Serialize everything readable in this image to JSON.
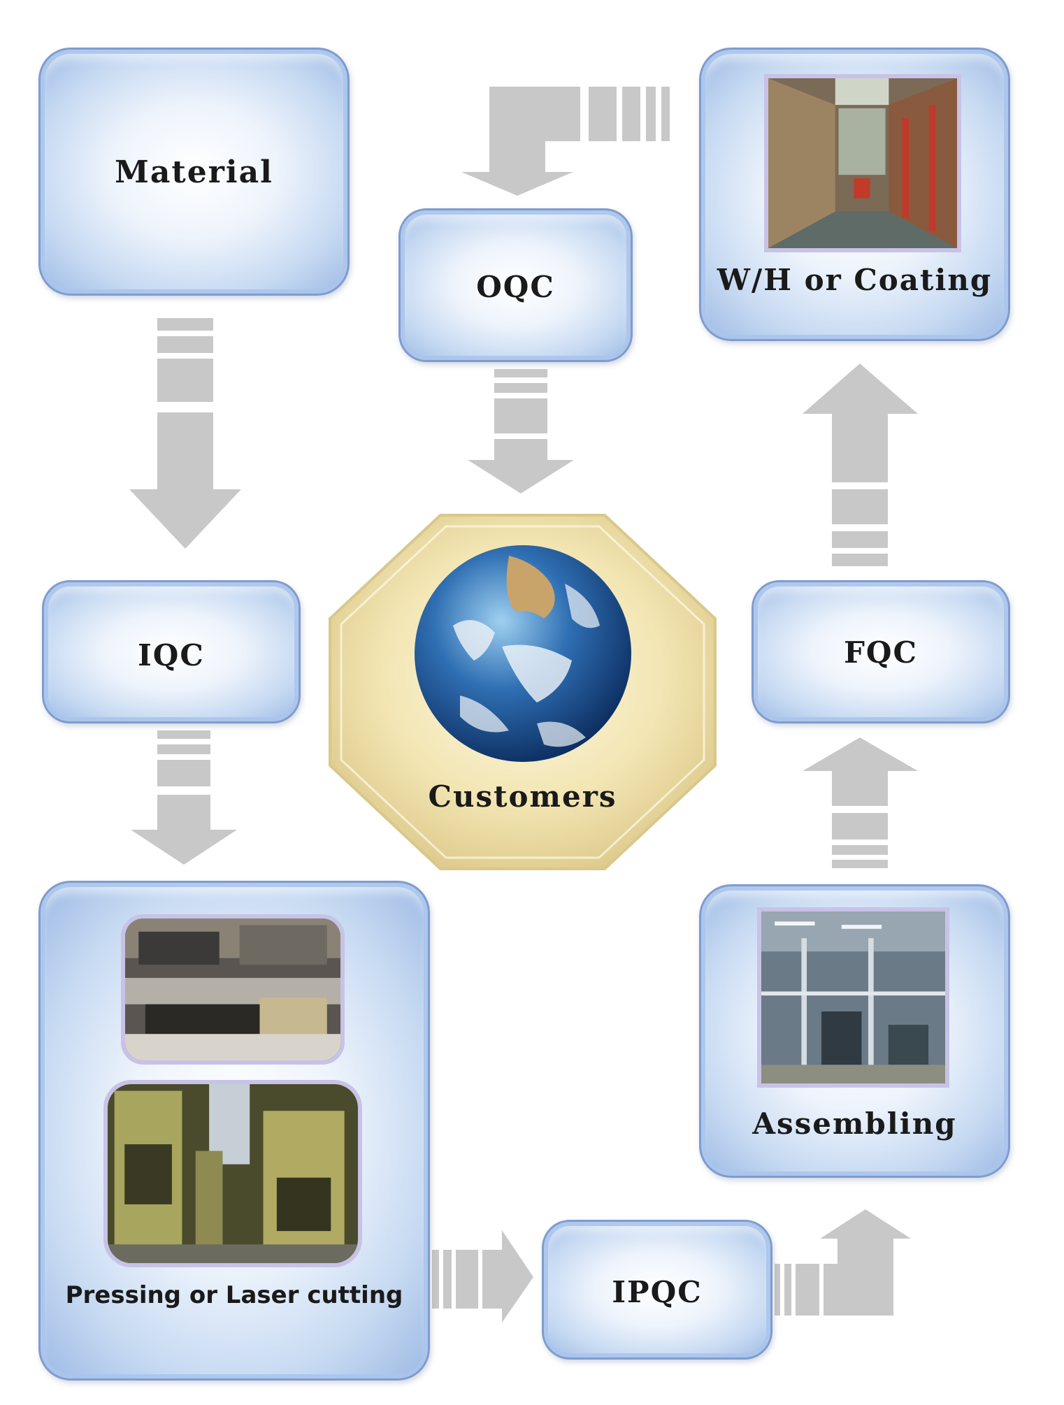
{
  "steps": {
    "material": "Material",
    "iqc": "IQC",
    "pressing": "Pressing or Laser cutting",
    "ipqc": "IPQC",
    "assembling": "Assembling",
    "fqc": "FQC",
    "warehouse": "W/H or Coating",
    "oqc": "OQC",
    "customers": "Customers"
  },
  "colors": {
    "box_border": "#7f9ccd",
    "box_fill": "#c7daf2",
    "arrow": "#c8c8c8",
    "octagon_fill": "#f3e6b4",
    "text": "#1a1a1a"
  }
}
